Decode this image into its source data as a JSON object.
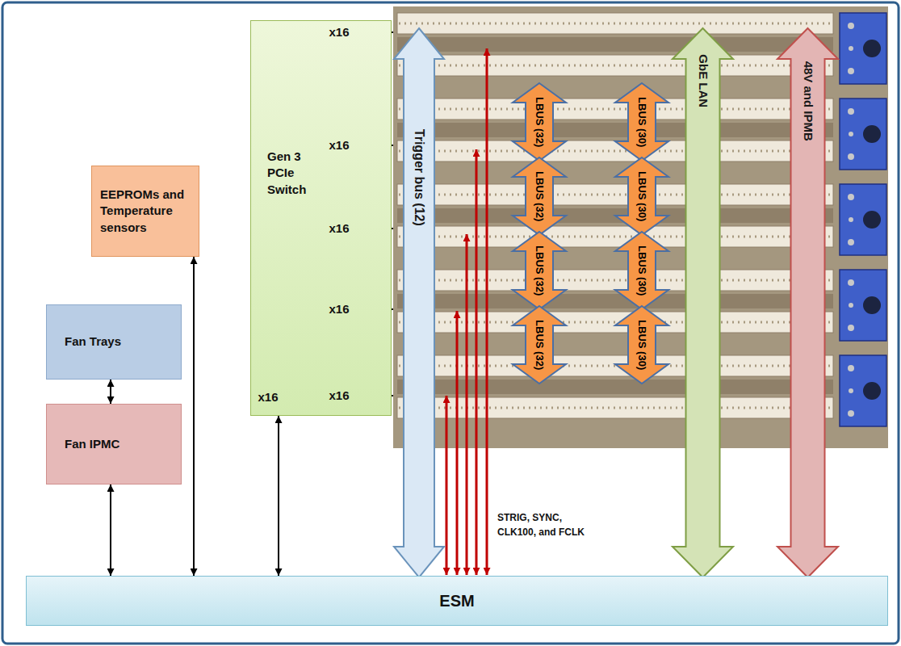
{
  "diagram": {
    "nodes": [
      {
        "text": [
          "EEPROMs and Temperature sensors"
        ]
      },
      {
        "text": [
          "Gen 3 PCIe Switch"
        ]
      },
      {
        "text": [
          "Fan Trays"
        ]
      },
      {
        "text": [
          "Fan IPMC"
        ]
      },
      {
        "text": [
          "Trigger bus (12)"
        ]
      },
      {
        "text": [
          "LBUS (32)"
        ]
      },
      {
        "text": [
          "LBUS (32)"
        ]
      },
      {
        "text": [
          "LBUS (32)"
        ]
      },
      {
        "text": [
          "LBUS (32)"
        ]
      },
      {
        "text": [
          "LBUS (30)"
        ]
      },
      {
        "text": [
          "LBUS (30)"
        ]
      },
      {
        "text": [
          "LBUS (30)"
        ]
      },
      {
        "text": [
          "LBUS (30)"
        ]
      },
      {
        "text": [
          "GbE LAN"
        ]
      },
      {
        "text": [
          "48V and IPMB"
        ]
      },
      {
        "text": [
          "ESM"
        ]
      }
    ],
    "edges": [
      {
        "from": 2,
        "to": 3,
        "arrow": "both"
      },
      {
        "from": 3,
        "to": 15,
        "arrow": "both"
      },
      {
        "from": 0,
        "to": 15,
        "arrow": "both"
      },
      {
        "from": 1,
        "to": 15,
        "arrow": "both"
      }
    ],
    "labels": [
      "x16",
      "x16",
      "x16",
      "x16",
      "x16",
      "x16",
      "STRIG, SYNC, CLK100, and FCLK"
    ]
  }
}
